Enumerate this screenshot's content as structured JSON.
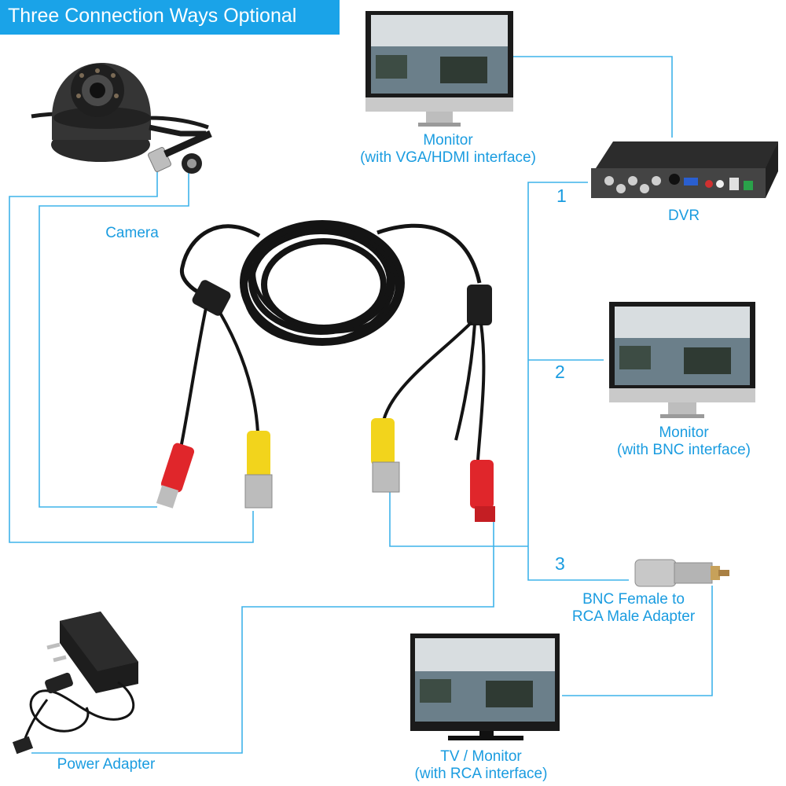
{
  "banner": {
    "title": "Three Connection Ways Optional",
    "color": "#1aa3e8"
  },
  "colors": {
    "accent": "#1a9ce0",
    "line": "#3fb3ea",
    "red_plug": "#e0262b",
    "yellow_plug": "#f2d41c"
  },
  "labels": {
    "monitor_vga": {
      "line1": "Monitor",
      "line2": "(with VGA/HDMI interface)"
    },
    "dvr": "DVR",
    "camera": "Camera",
    "monitor_bnc": {
      "line1": "Monitor",
      "line2": "(with BNC interface)"
    },
    "adapter": {
      "line1": "BNC Female to",
      "line2": "RCA Male Adapter"
    },
    "power": "Power Adapter",
    "tv": {
      "line1": "TV / Monitor",
      "line2": "(with RCA interface)"
    }
  },
  "ways": {
    "one": "1",
    "two": "2",
    "three": "3"
  },
  "icons": [
    "dome-camera-icon",
    "dvr-recorder-icon",
    "monitor-icon",
    "tv-icon",
    "bnc-rca-adapter-icon",
    "power-adapter-icon",
    "cable-coil-icon"
  ]
}
